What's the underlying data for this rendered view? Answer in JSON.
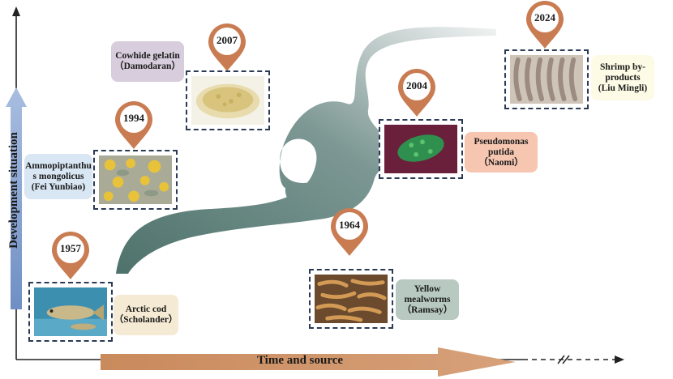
{
  "axes": {
    "y_label": "Development situation",
    "x_label": "Time and source"
  },
  "milestones": [
    {
      "year": "1957",
      "source": "Arctic cod\n（Scholander）",
      "color": "#f5ead3",
      "image": "fish"
    },
    {
      "year": "1964",
      "source": "Yellow mealworms\n（Ramsay）",
      "color": "#b7c9c1",
      "image": "mealworms"
    },
    {
      "year": "1994",
      "source": "Ammopiptanthu s mongolicus\n(Fei Yunbiao)",
      "color": "#d9e6f3",
      "image": "plant"
    },
    {
      "year": "2004",
      "source": "Pseudomonas putida\n（Naomi）",
      "color": "#f6c6b1",
      "image": "bacteria"
    },
    {
      "year": "2007",
      "source": "Cowhide gelatin\n（Damodaran）",
      "color": "#d7cddc",
      "image": "gelatin"
    },
    {
      "year": "2024",
      "source": "Shrimp by-products\n(Liu Mingli)",
      "color": "#fdfbe6",
      "image": "shrimp"
    }
  ]
}
